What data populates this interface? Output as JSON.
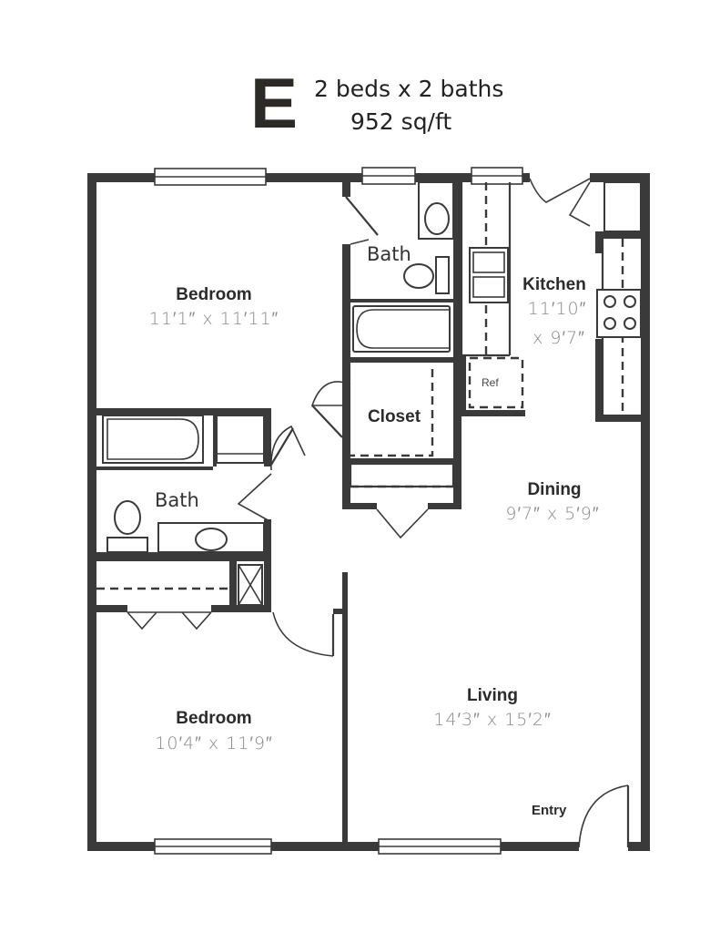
{
  "header": {
    "unit_letter": "E",
    "beds_baths": "2 beds x 2 baths",
    "area": "952 sq/ft"
  },
  "rooms": {
    "bedroom_1": {
      "name": "Bedroom",
      "dims": "11′1″ x 11′11″"
    },
    "bedroom_2": {
      "name": "Bedroom",
      "dims": "10′4″ x 11′9″"
    },
    "bath_1": {
      "name": "Bath"
    },
    "bath_2": {
      "name": "Bath"
    },
    "closet": {
      "name": "Closet"
    },
    "kitchen": {
      "name": "Kitchen",
      "dims_line1": "11′10″",
      "dims_line2": "x 9′7″"
    },
    "dining": {
      "name": "Dining",
      "dims": "9′7″ x 5′9″"
    },
    "living": {
      "name": "Living",
      "dims": "14′3″ x 15′2″"
    }
  },
  "fixtures": {
    "refrigerator": "Ref"
  },
  "entry_label": "Entry"
}
